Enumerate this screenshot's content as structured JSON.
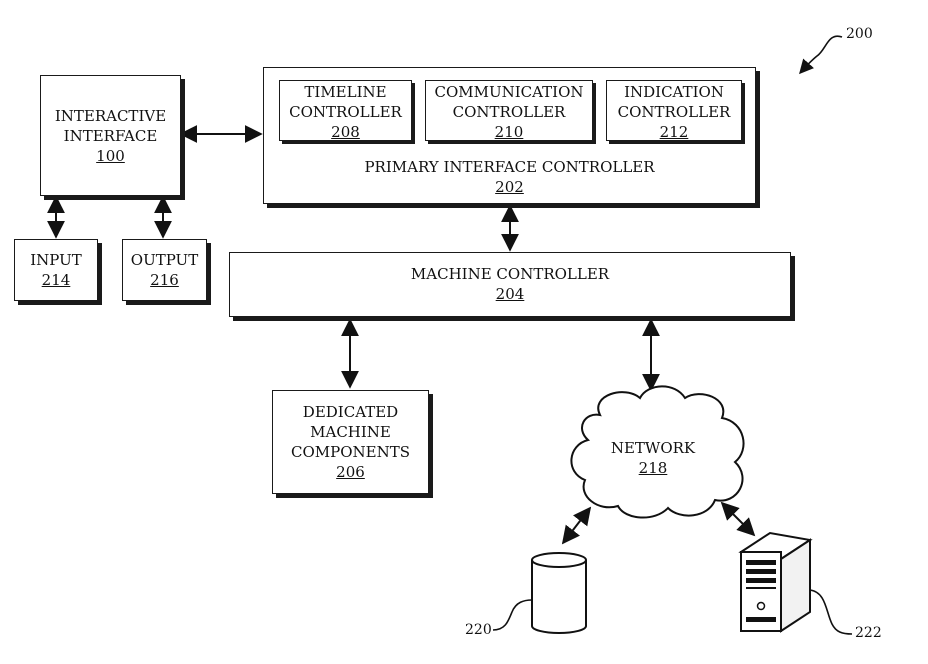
{
  "figure_ref": "200",
  "interactive_interface": {
    "line1": "INTERACTIVE",
    "line2": "INTERFACE",
    "num": "100"
  },
  "input": {
    "label": "INPUT",
    "num": "214"
  },
  "output": {
    "label": "OUTPUT",
    "num": "216"
  },
  "timeline_controller": {
    "line1": "TIMELINE",
    "line2": "CONTROLLER",
    "num": "208"
  },
  "communication_controller": {
    "line1": "COMMUNICATION",
    "line2": "CONTROLLER",
    "num": "210"
  },
  "indication_controller": {
    "line1": "INDICATION",
    "line2": "CONTROLLER",
    "num": "212"
  },
  "primary_interface_controller": {
    "label": "PRIMARY INTERFACE CONTROLLER",
    "num": "202"
  },
  "machine_controller": {
    "label": "MACHINE CONTROLLER",
    "num": "204"
  },
  "dedicated_machine_components": {
    "line1": "DEDICATED",
    "line2": "MACHINE",
    "line3": "COMPONENTS",
    "num": "206"
  },
  "network": {
    "label": "NETWORK",
    "num": "218"
  },
  "database_ref": "220",
  "server_ref": "222"
}
